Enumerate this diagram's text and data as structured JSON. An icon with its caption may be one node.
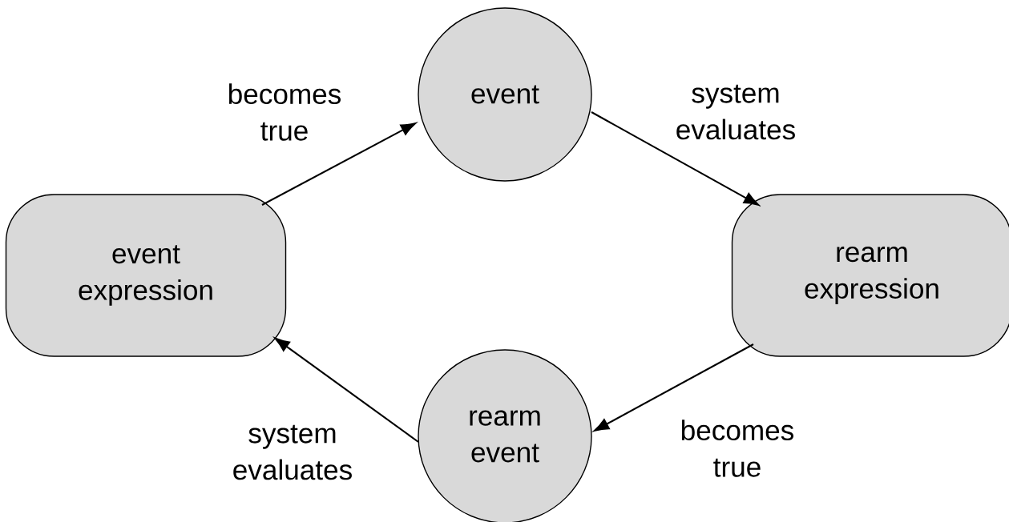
{
  "diagram": {
    "nodes": [
      {
        "text": [
          "event expression"
        ]
      },
      {
        "text": [
          "event"
        ]
      },
      {
        "text": [
          "rearm expression"
        ]
      },
      {
        "text": [
          "rearm event"
        ]
      }
    ],
    "edges": [
      {
        "from": 0,
        "to": 1,
        "arrow": "to",
        "label": "becomes true"
      },
      {
        "from": 1,
        "to": 2,
        "arrow": "to",
        "label": "system evaluates"
      },
      {
        "from": 2,
        "to": 3,
        "arrow": "to",
        "label": "becomes true"
      },
      {
        "from": 3,
        "to": 0,
        "arrow": "to",
        "label": "system evaluates"
      }
    ]
  }
}
